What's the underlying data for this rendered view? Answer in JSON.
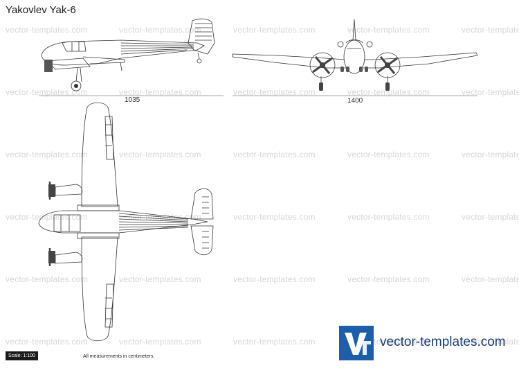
{
  "title": "Yakovlev Yak-6",
  "watermark": "vector-templates.com",
  "dimensions": {
    "side_length": "1035",
    "front_span": "1400"
  },
  "footer": {
    "scale": "Scale: 1:100",
    "note": "All measurements in centimeters."
  },
  "brand": {
    "logo_letters": "VT",
    "name": "vector-templates.com",
    "color": "#1c5fa8"
  }
}
